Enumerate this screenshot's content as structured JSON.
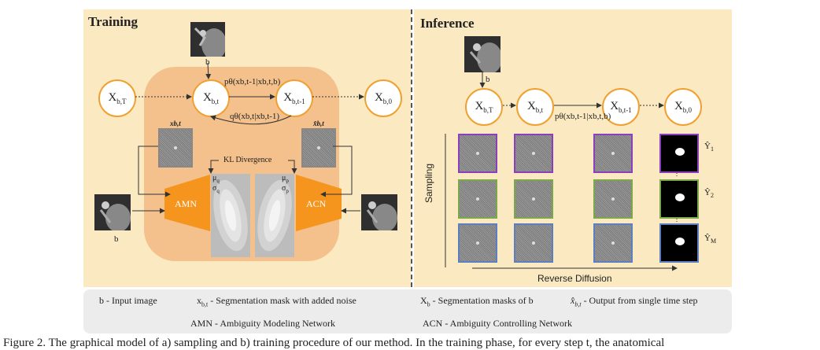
{
  "training": {
    "title": "Training",
    "input_b_top": "b",
    "input_b_left": "b",
    "node_xbT": "X",
    "node_xbT_sub": "b,T",
    "node_xbt": "X",
    "node_xbt_sub": "b,t",
    "node_xbt1": "X",
    "node_xbt1_sub": "b,t-1",
    "node_xb0": "X",
    "node_xb0_sub": "b,0",
    "p_label": "p",
    "p_label_rest": "θ(x",
    "p_label_full": "pθ(xb,t-1|xb,t,b)",
    "q_label_full": "qθ(xb,t|xb,t-1)",
    "x_noisy_label": "xb,t",
    "x_hat_label": "x̂b,t",
    "kl_label": "KL Divergence",
    "mu_q": "μ",
    "mu_q_sub": "q",
    "sigma_q": "σ",
    "sigma_q_sub": "q",
    "mu_p": "μ",
    "mu_p_sub": "p",
    "sigma_p": "σ",
    "sigma_p_sub": "p",
    "amn": "AMN",
    "acn": "ACN"
  },
  "inference": {
    "title": "Inference",
    "input_b": "b",
    "node_xbT": "X",
    "node_xbT_sub": "b,T",
    "node_xbt": "X",
    "node_xbt_sub": "b,t",
    "node_xbt1": "X",
    "node_xbt1_sub": "b,t-1",
    "node_xb0": "X",
    "node_xb0_sub": "b,0",
    "p_label_full": "pθ(xb,t-1|xb,t,b)",
    "sampling_label": "Sampling",
    "reverse_label": "Reverse Diffusion",
    "y1": "Ŷ",
    "y1_sub": "1",
    "y2": "Ŷ",
    "y2_sub": "2",
    "ym": "Ŷ",
    "ym_sub": "M",
    "row_colors": [
      "#8b3fbf",
      "#7aa84a",
      "#5b7fc0"
    ]
  },
  "legend": {
    "b_input": "b - Input image",
    "xbt_prefix": "x",
    "xbt_sub": "b,t",
    "xbt_text": " - Segmentation mask with added noise",
    "xb_prefix": "X",
    "xb_sub": "b",
    "xb_text": " - Segmentation masks of b",
    "xhat_prefix": "x̂",
    "xhat_sub": "b,t",
    "xhat_text": " - Output from single time step",
    "amn": "AMN - Ambiguity Modeling Network",
    "acn": "ACN - Ambiguity Controlling  Network"
  },
  "caption": "Figure 2. The graphical model of a) sampling and b) training procedure of our method. In the training phase, for every step t, the anatomical"
}
